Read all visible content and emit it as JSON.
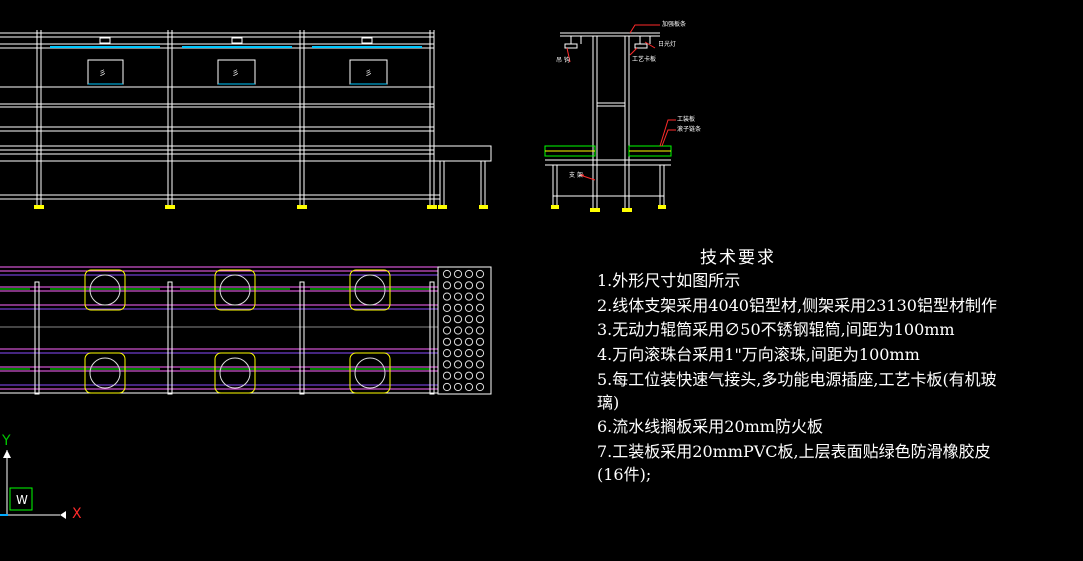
{
  "drawing": {
    "side_view_labels": {
      "top": "加强板条",
      "light": "日光灯",
      "hook": "吊 钩",
      "process_board": "工艺卡板",
      "workboard": "工装板",
      "roller": "滚子链条",
      "support": "支 架"
    },
    "tech_title": "技术要求",
    "notes": [
      "1.外形尺寸如图所示",
      "2.线体支架采用4040铝型材,侧架采用23130铝型材制作",
      "3.无动力辊筒采用∅50不锈钢辊筒,间距为100mm",
      "4.万向滚珠台采用1\"万向滚珠,间距为100mm",
      "5.每工位装快速气接头,多功能电源插座,工艺卡板(有机玻",
      "璃)",
      "6.流水线搁板采用20mm防火板",
      "7.工装板采用20mmPVC板,上层表面贴绿色防滑橡胶皮",
      "(16件);"
    ],
    "ucs": {
      "y_label": "Y",
      "x_label": "X",
      "w_label": "W"
    },
    "colors": {
      "background": "#000000",
      "line": "#ffffff",
      "accent_cyan": "#00c8ff",
      "accent_green": "#00ff00",
      "accent_yellow": "#ffff00",
      "accent_magenta": "#ff66ff",
      "accent_red": "#ff2a2a"
    }
  }
}
